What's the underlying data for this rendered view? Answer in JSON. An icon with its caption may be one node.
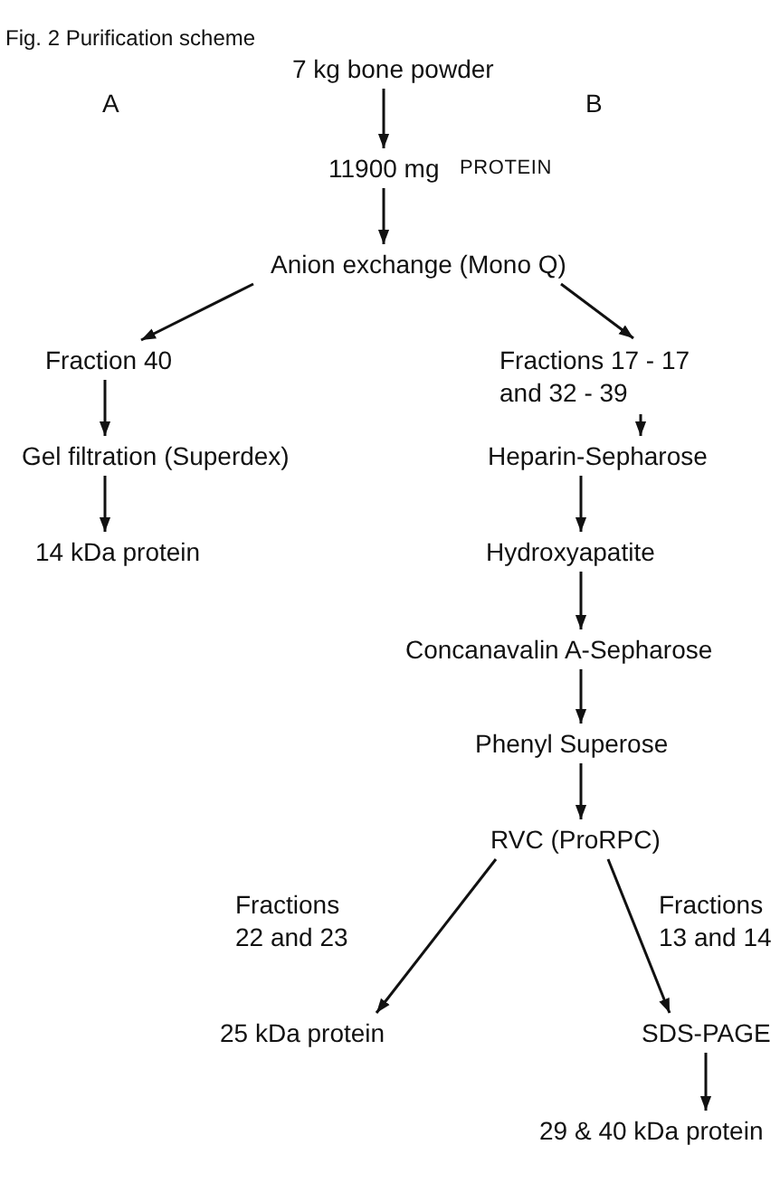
{
  "diagram": {
    "title": "Fig. 2 Purification scheme",
    "nodes": [
      {
        "text": [
          "7 kg bone powder"
        ]
      },
      {
        "text": [
          "11900 mg"
        ],
        "beside": [
          "PROTEIN"
        ]
      },
      {
        "text": [
          "Anion exchange (Mono Q)"
        ]
      },
      {
        "text": [
          "Fraction 40"
        ]
      },
      {
        "text": [
          "Fractions 17 - 17 and 32 - 39"
        ]
      },
      {
        "text": [
          "Gel filtration (Superdex)"
        ]
      },
      {
        "text": [
          "Heparin-Sepharose"
        ]
      },
      {
        "text": [
          "14 kDa protein"
        ]
      },
      {
        "text": [
          "Hydroxyapatite"
        ]
      },
      {
        "text": [
          "Concanavalin A-Sepharose"
        ]
      },
      {
        "text": [
          "Phenyl Superose"
        ]
      },
      {
        "text": [
          "RVC (ProRPC)"
        ]
      },
      {
        "text": [
          "25 kDa protein"
        ]
      },
      {
        "text": [
          "SDS-PAGE"
        ]
      },
      {
        "text": [
          "29 & 40 kDa protein"
        ]
      }
    ],
    "edges": [
      {
        "from": 0,
        "to": 1,
        "arrow": "to"
      },
      {
        "from": 1,
        "to": 2,
        "arrow": "to"
      },
      {
        "from": 2,
        "to": 3,
        "arrow": "to"
      },
      {
        "from": 2,
        "to": 4,
        "arrow": "to"
      },
      {
        "from": 3,
        "to": 5,
        "arrow": "to"
      },
      {
        "from": 5,
        "to": 7,
        "arrow": "to"
      },
      {
        "from": 4,
        "to": 6,
        "arrow": "to"
      },
      {
        "from": 6,
        "to": 8,
        "arrow": "to"
      },
      {
        "from": 8,
        "to": 9,
        "arrow": "to"
      },
      {
        "from": 9,
        "to": 10,
        "arrow": "to"
      },
      {
        "from": 10,
        "to": 11,
        "arrow": "to"
      },
      {
        "from": 11,
        "to": 12,
        "arrow": "to",
        "label": "Fractions 22 and 23"
      },
      {
        "from": 11,
        "to": 13,
        "arrow": "to",
        "label": "Fractions 13 and 14"
      },
      {
        "from": 13,
        "to": 14,
        "arrow": "to"
      }
    ],
    "labels": [
      "A",
      "B"
    ]
  }
}
